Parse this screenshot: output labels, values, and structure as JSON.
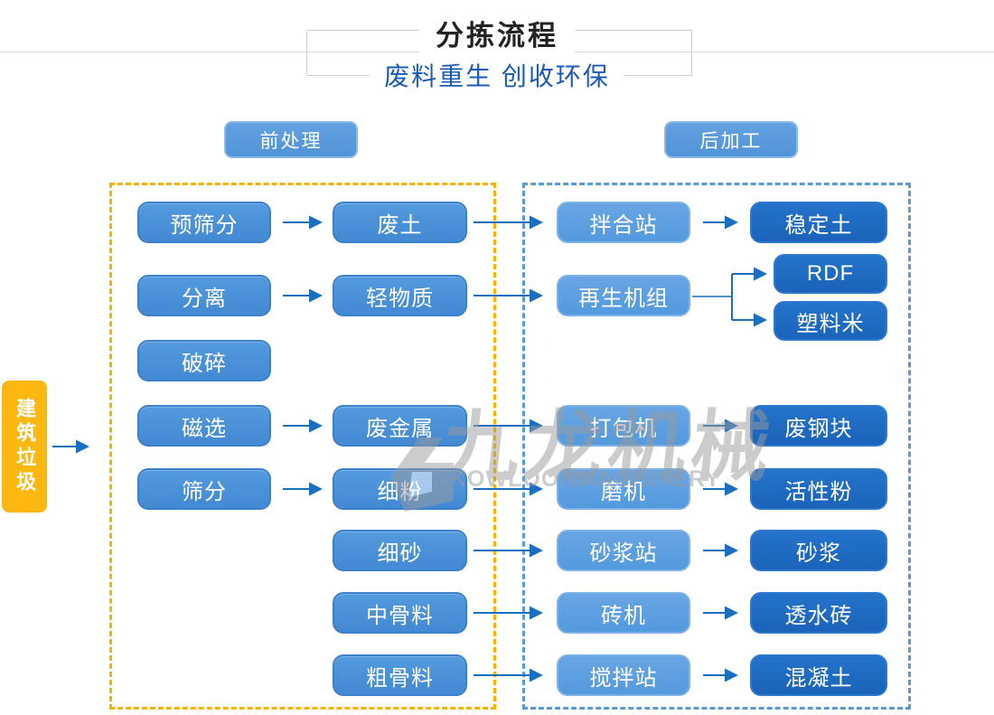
{
  "header": {
    "title": "分拣流程",
    "subtitle": "废料重生 创收环保"
  },
  "sections": {
    "pre": "前处理",
    "post": "后加工"
  },
  "source": {
    "label": "建筑垃圾"
  },
  "watermark": {
    "name": "九龙机械",
    "caption": "KOWLOONMACHINERY"
  },
  "colors": {
    "arrow_blue": "#1a6fc1",
    "box_light": "#4a91d9",
    "box_mid": "#5b9ce0",
    "box_dark": "#1e6ac2",
    "dashed_yellow": "#f6b400",
    "dashed_blue": "#5b9bd5",
    "source_yellow": "#fcb810",
    "subtitle_blue": "#1a5cb5",
    "title_dark": "#232323"
  },
  "flow": {
    "processes": [
      "预筛分",
      "分离",
      "破碎",
      "磁选",
      "筛分"
    ],
    "materials": [
      "废土",
      "轻物质",
      "废金属",
      "细粉",
      "细砂",
      "中骨料",
      "粗骨料"
    ],
    "machines": [
      "拌合站",
      "再生机组",
      "打包机",
      "磨机",
      "砂浆站",
      "砖机",
      "搅拌站"
    ],
    "products": [
      "稳定土",
      "RDF",
      "塑料米",
      "废钢块",
      "活性粉",
      "砂浆",
      "透水砖",
      "混凝土"
    ]
  }
}
